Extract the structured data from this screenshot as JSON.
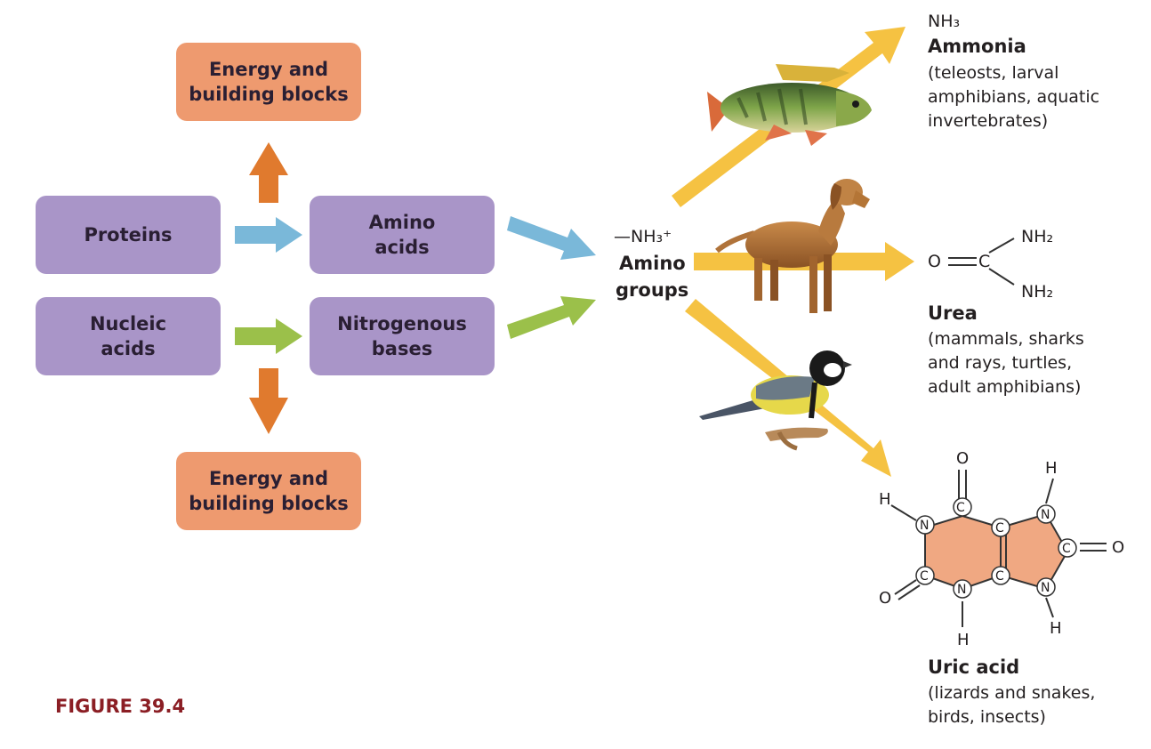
{
  "figure": {
    "label": "FIGURE 39.4"
  },
  "boxes": {
    "energy_top": {
      "line1": "Energy and",
      "line2": "building blocks"
    },
    "proteins": {
      "line1": "Proteins"
    },
    "amino_acids": {
      "line1": "Amino",
      "line2": "acids"
    },
    "nucleic_acids": {
      "line1": "Nucleic",
      "line2": "acids"
    },
    "nitrogenous_bases": {
      "line1": "Nitrogenous",
      "line2": "bases"
    },
    "energy_bottom": {
      "line1": "Energy and",
      "line2": "building blocks"
    }
  },
  "amino_groups": {
    "formula": "—NH₃⁺",
    "line1": "Amino",
    "line2": "groups"
  },
  "ammonia": {
    "formula": "NH₃",
    "name": "Ammonia",
    "desc1": "(teleosts, larval",
    "desc2": "amphibians, aquatic",
    "desc3": "invertebrates)"
  },
  "urea": {
    "name": "Urea",
    "desc1": "(mammals, sharks",
    "desc2": "and rays, turtles,",
    "desc3": "adult amphibians)",
    "atom_o": "O",
    "atom_c": "C",
    "nh2_top": "NH₂",
    "nh2_bottom": "NH₂"
  },
  "uric_acid": {
    "name": "Uric acid",
    "desc1": "(lizards and snakes,",
    "desc2": "birds, insects)"
  },
  "animals": {
    "fish": "fish-icon",
    "dog": "dog-icon",
    "bird": "bird-icon"
  },
  "colors": {
    "purple": "#a995c8",
    "orange": "#ee9a6f",
    "arrow_orange": "#e07a2e",
    "arrow_blue": "#7ab8d9",
    "arrow_green": "#9bc04a",
    "arrow_yellow": "#f5c242",
    "ring": "#f0a882",
    "figure_label": "#8b1e24"
  }
}
